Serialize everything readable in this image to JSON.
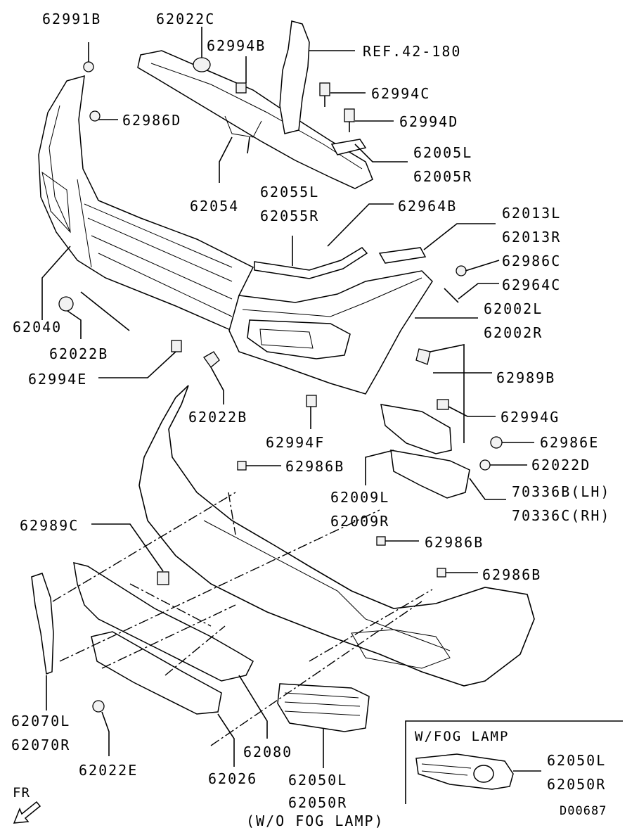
{
  "diagram": {
    "code": "D00687",
    "inset_title": "W/FOG LAMP",
    "direction_label": "FR"
  },
  "labels": [
    {
      "id": "l01",
      "text": "62991B"
    },
    {
      "id": "l02",
      "text": "62022C"
    },
    {
      "id": "l03",
      "text": "62994B"
    },
    {
      "id": "l04",
      "text": "REF.42-180"
    },
    {
      "id": "l05",
      "text": "62994C"
    },
    {
      "id": "l06",
      "text": "62986D"
    },
    {
      "id": "l07",
      "text": "62994D"
    },
    {
      "id": "l08",
      "text": "62005L"
    },
    {
      "id": "l09",
      "text": "62005R"
    },
    {
      "id": "l10",
      "text": "62055L"
    },
    {
      "id": "l11",
      "text": "62054"
    },
    {
      "id": "l12",
      "text": "62055R"
    },
    {
      "id": "l13",
      "text": "62964B"
    },
    {
      "id": "l14",
      "text": "62013L"
    },
    {
      "id": "l15",
      "text": "62013R"
    },
    {
      "id": "l16",
      "text": "62986C"
    },
    {
      "id": "l17",
      "text": "62964C"
    },
    {
      "id": "l18",
      "text": "62002L"
    },
    {
      "id": "l19",
      "text": "62040"
    },
    {
      "id": "l20",
      "text": "62002R"
    },
    {
      "id": "l21",
      "text": "62022B"
    },
    {
      "id": "l22",
      "text": "62994E"
    },
    {
      "id": "l23",
      "text": "62989B"
    },
    {
      "id": "l24",
      "text": "62022B"
    },
    {
      "id": "l25",
      "text": "62994G"
    },
    {
      "id": "l26",
      "text": "62994F"
    },
    {
      "id": "l27",
      "text": "62986E"
    },
    {
      "id": "l28",
      "text": "62986B"
    },
    {
      "id": "l29",
      "text": "62022D"
    },
    {
      "id": "l30",
      "text": "62009L"
    },
    {
      "id": "l31",
      "text": "70336B(LH)"
    },
    {
      "id": "l32",
      "text": "62989C"
    },
    {
      "id": "l33",
      "text": "62009R"
    },
    {
      "id": "l34",
      "text": "70336C(RH)"
    },
    {
      "id": "l35",
      "text": "62986B"
    },
    {
      "id": "l36",
      "text": "62986B"
    },
    {
      "id": "l37",
      "text": "62070L"
    },
    {
      "id": "l38",
      "text": "62070R"
    },
    {
      "id": "l39",
      "text": "62080"
    },
    {
      "id": "l40",
      "text": "62022E"
    },
    {
      "id": "l41",
      "text": "62026"
    },
    {
      "id": "l42",
      "text": "62050L"
    },
    {
      "id": "l43",
      "text": "62050R"
    },
    {
      "id": "l44",
      "text": "(W/O FOG LAMP)"
    },
    {
      "id": "l45",
      "text": "62050L"
    },
    {
      "id": "l46",
      "text": "62050R"
    }
  ]
}
